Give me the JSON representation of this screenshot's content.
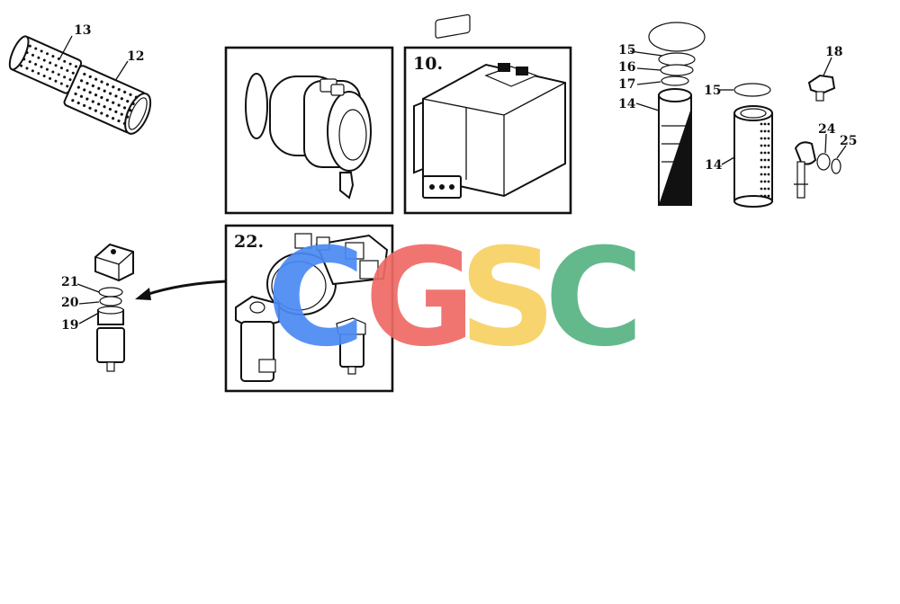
{
  "panels": {
    "box_10_label": "10.",
    "box_22_label": "22."
  },
  "callouts": {
    "c12": "12",
    "c13": "13",
    "c14a": "14",
    "c14b": "14",
    "c15a": "15",
    "c15b": "15",
    "c16": "16",
    "c17": "17",
    "c18": "18",
    "c19": "19",
    "c20": "20",
    "c21": "21",
    "c24": "24",
    "c25": "25"
  },
  "watermark": {
    "letters": [
      "C",
      "G",
      "S",
      "C"
    ],
    "colors": [
      "#4a8af4",
      "#ef6a66",
      "#f7d162",
      "#57b483"
    ]
  }
}
